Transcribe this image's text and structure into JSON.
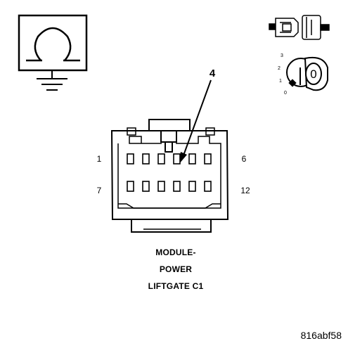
{
  "symbols": {
    "ohmmeter": "ohmmeter-symbol",
    "ground": "ground-icon",
    "unplug": "disconnected-connector-icon",
    "ignition": "ignition-key-icon"
  },
  "ignition": {
    "positions": [
      "3",
      "2",
      "1",
      "0"
    ],
    "key_label": "0"
  },
  "connector": {
    "callout": "4",
    "pin_labels": {
      "top_left": "1",
      "top_right": "6",
      "bottom_left": "7",
      "bottom_right": "12"
    },
    "pin_rows": 2,
    "pins_per_row": 6,
    "highlighted_pin": 4
  },
  "caption": {
    "line1": "MODULE-",
    "line2": "POWER",
    "line3": "LIFTGATE C1"
  },
  "reference_code": "816abf58",
  "colors": {
    "ink": "#000000",
    "paper": "#ffffff"
  }
}
